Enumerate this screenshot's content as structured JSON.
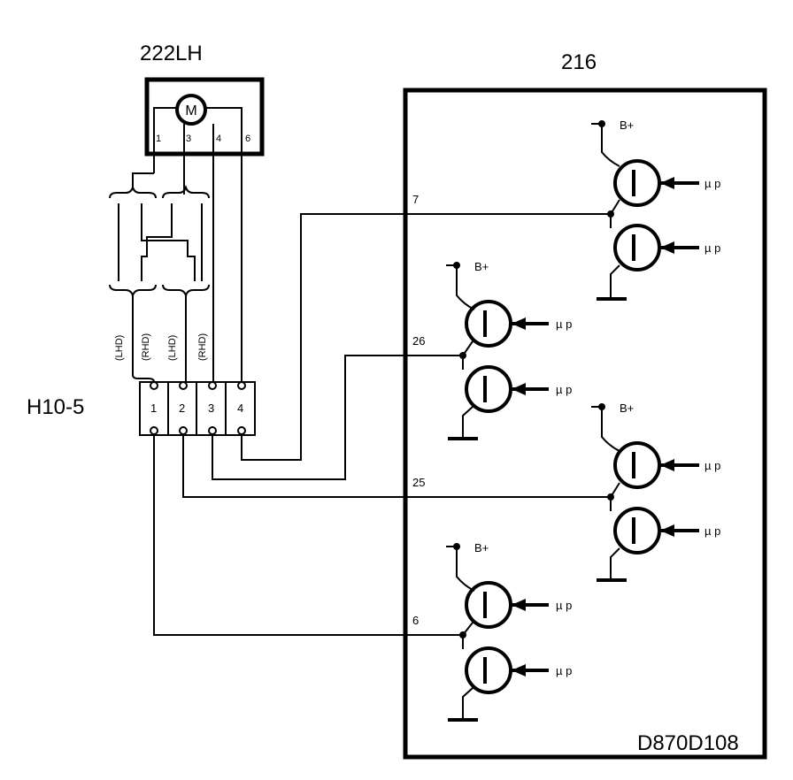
{
  "motor": {
    "id": "222LH",
    "symbol": "M",
    "pins": [
      "1",
      "3",
      "4",
      "6"
    ]
  },
  "module": {
    "id": "216",
    "code": "D870D108"
  },
  "connector": {
    "id": "H10-5",
    "pins": [
      "1",
      "2",
      "3",
      "4"
    ],
    "labels": [
      "(LHD)",
      "(RHD)",
      "(LHD)",
      "(RHD)"
    ]
  },
  "module_pins": [
    "7",
    "26",
    "25",
    "6"
  ],
  "supply_label": "B+",
  "input_label": "µ p"
}
